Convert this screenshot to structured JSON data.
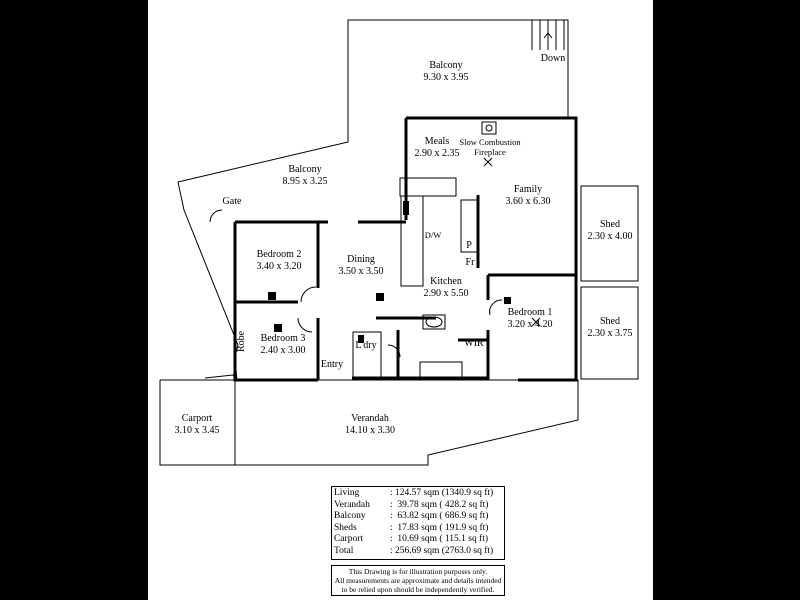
{
  "rooms": {
    "balcony_top": {
      "name": "Balcony",
      "dims": "9.30 x 3.95"
    },
    "balcony_left": {
      "name": "Balcony",
      "dims": "8.95 x 3.25"
    },
    "meals": {
      "name": "Meals",
      "dims": "2.90 x 2.35"
    },
    "fireplace": {
      "line1": "Slow Combustion",
      "line2": "Fireplace"
    },
    "family": {
      "name": "Family",
      "dims": "3.60 x 6.30"
    },
    "shed1": {
      "name": "Shed",
      "dims": "2.30 x 4.00"
    },
    "shed2": {
      "name": "Shed",
      "dims": "2.30 x 3.75"
    },
    "bedroom2": {
      "name": "Bedroom 2",
      "dims": "3.40 x 3.20"
    },
    "dining": {
      "name": "Dining",
      "dims": "3.50 x 3.50"
    },
    "kitchen": {
      "name": "Kitchen",
      "dims": "2.90 x 5.50"
    },
    "bedroom1": {
      "name": "Bedroom 1",
      "dims": "3.20 x 4.20"
    },
    "bedroom3": {
      "name": "Bedroom 3",
      "dims": "2.40 x 3.00"
    },
    "carport": {
      "name": "Carport",
      "dims": "3.10 x 3.45"
    },
    "verandah": {
      "name": "Verandah",
      "dims": "14.10 x 3.30"
    }
  },
  "labels": {
    "down": "Down",
    "gate": "Gate",
    "dw": "D/W",
    "pantry": "P",
    "fridge": "Fr",
    "laundry": "L'dry",
    "wir": "WIR",
    "robe": "Robe",
    "entry": "Entry"
  },
  "areas": [
    {
      "label": "Living",
      "value": ": 124.57 sqm (1340.9 sq ft)"
    },
    {
      "label": "Verandah",
      "value": ":  39.78 sqm ( 428.2 sq ft)"
    },
    {
      "label": "Balcony",
      "value": ":  63.82 sqm ( 686.9 sq ft)"
    },
    {
      "label": "Sheds",
      "value": ":  17.83 sqm ( 191.9 sq ft)"
    },
    {
      "label": "Carport",
      "value": ":  10.69 sqm ( 115.1 sq ft)"
    },
    {
      "label": "Total",
      "value": ": 256.69 sqm (2763.0 sq ft)"
    }
  ],
  "disclaimer": {
    "line1": "This Drawing is for illustration purposes only.",
    "line2": "All measurements are approximate and details intended",
    "line3": "to be relied upon should be independently verified."
  }
}
